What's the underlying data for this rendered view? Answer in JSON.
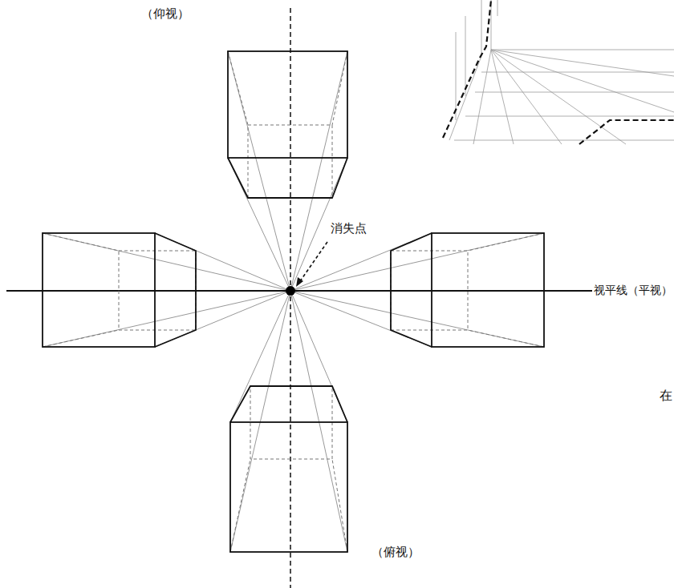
{
  "diagram": {
    "labels": [
      "（仰视）",
      "消失点",
      "视平线（平视）",
      "（俯视）",
      "在"
    ]
  }
}
